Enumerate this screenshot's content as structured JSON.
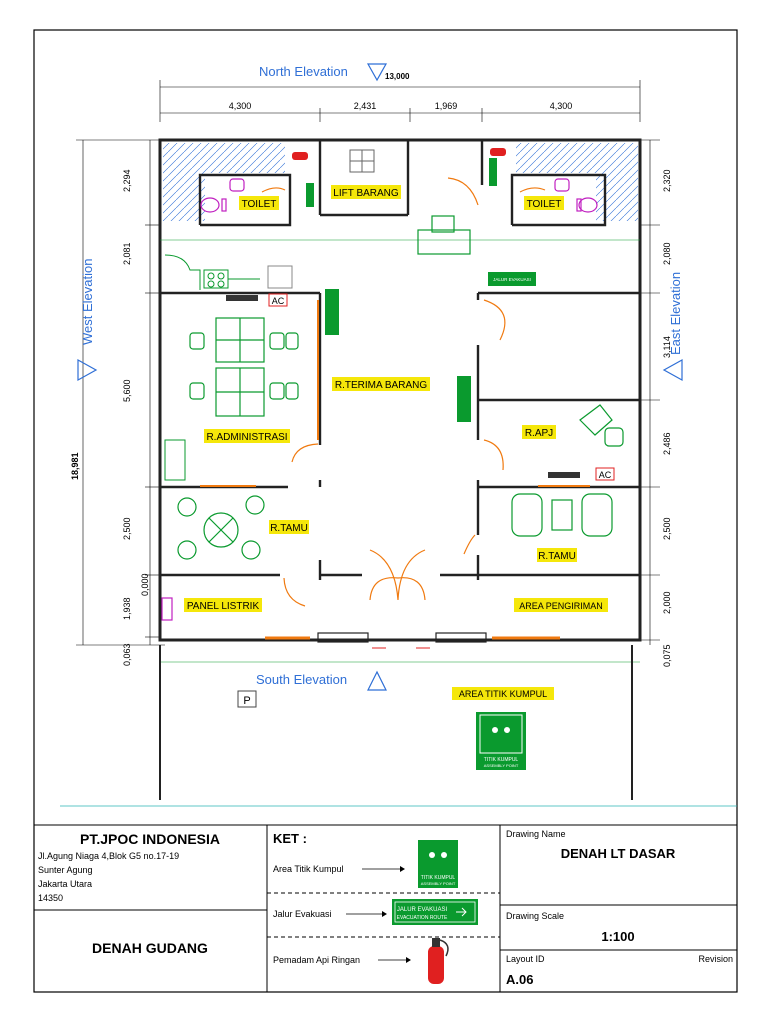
{
  "colors": {
    "label_bg": "#f5e70a",
    "wall": "#222222",
    "green": "#0a9a2e",
    "blue": "#2f6fd6",
    "orange": "#f07a10",
    "magenta": "#c020c0",
    "red": "#e02020"
  },
  "plan": {
    "north_label": "North Elevation",
    "south_label": "South Elevation",
    "west_label": "West Elevation",
    "east_label": "East Elevation",
    "overall_width": "13,000",
    "overall_height": "18,981",
    "top_dims": [
      "4,300",
      "2,431",
      "1,969",
      "4,300"
    ],
    "left_dims": [
      "2,294",
      "2,081",
      "5,600",
      "2,500",
      "1,938",
      "0,063",
      "0,000"
    ],
    "right_dims": [
      "2,320",
      "2,080",
      "3,114",
      "2,486",
      "2,500",
      "2,000",
      "0,075"
    ],
    "rooms": {
      "toilet_left": "TOILET",
      "lift": "LIFT BARANG",
      "toilet_right": "TOILET",
      "terima": "R.TERIMA BARANG",
      "administrasi": "R.ADMINISTRASI",
      "apj": "R.APJ",
      "tamu_left": "R.TAMU",
      "tamu_right": "R.TAMU",
      "panel": "PANEL LISTRIK",
      "pengiriman": "AREA PENGIRIMAN",
      "kumpul": "AREA TITIK KUMPUL"
    },
    "ac_label": "AC",
    "parking_label": "P",
    "sign_evakuasi_1": "JALUR EVAKUASI",
    "sign_evakuasi_2": "EVACUATION ROUTE",
    "sign_kumpul_1": "TITIK KUMPUL",
    "sign_kumpul_2": "ASSEMBLY POINT"
  },
  "title_block": {
    "company": "PT.JPOC INDONESIA",
    "address_lines": [
      "Jl.Agung Niaga 4,Blok G5 no.17-19",
      "Sunter Agung",
      "Jakarta Utara",
      "14350"
    ],
    "drawing_title": "DENAH GUDANG",
    "ket_title": "KET :",
    "legend": [
      "Area Titik Kumpul",
      "Jalur Evakuasi",
      "Pemadam Api Ringan"
    ],
    "drawing_name_label": "Drawing Name",
    "drawing_name": "DENAH LT DASAR",
    "scale_label": "Drawing Scale",
    "scale": "1:100",
    "layout_label": "Layout ID",
    "layout_id": "A.06",
    "revision_label": "Revision"
  }
}
